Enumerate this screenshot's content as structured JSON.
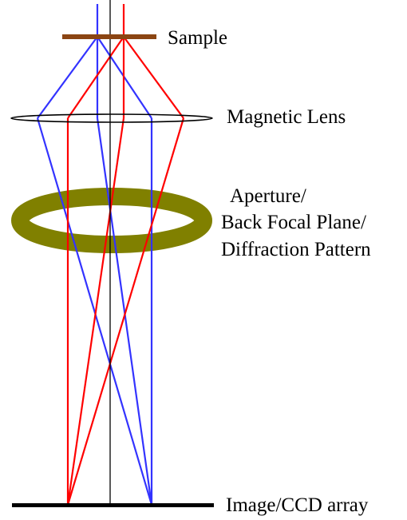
{
  "labels": {
    "sample": "Sample",
    "lens": "Magnetic Lens",
    "aperture_1": "Aperture/",
    "aperture_2": "Back Focal Plane/",
    "aperture_3": "Diffraction Pattern",
    "image": "Image/CCD array"
  },
  "colors": {
    "sample_bar": "#8B4513",
    "aperture_ring": "#808000",
    "blue_ray": "#3333ff",
    "red_ray": "#ff0000",
    "axis": "#000000",
    "detector": "#000000"
  }
}
